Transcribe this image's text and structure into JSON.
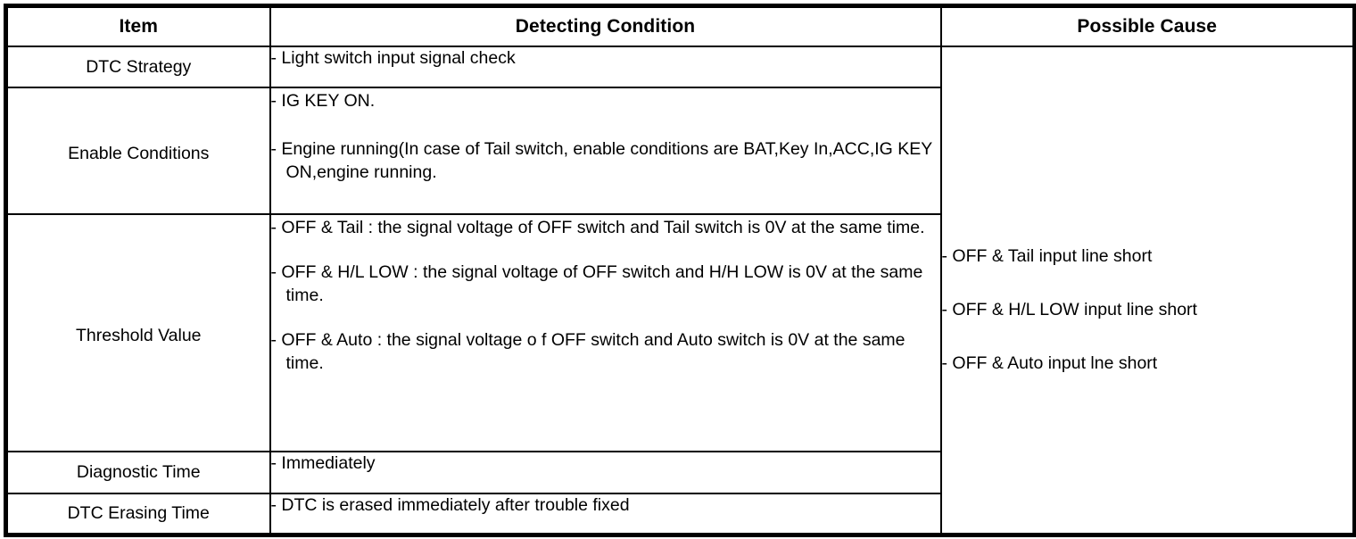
{
  "table": {
    "headers": {
      "item": "Item",
      "detecting_condition": "Detecting Condition",
      "possible_cause": "Possible Cause"
    },
    "rows": [
      {
        "item": "DTC Strategy",
        "conditions": [
          {
            "dash": "-",
            "text": "Light switch input signal check"
          }
        ]
      },
      {
        "item": "Enable Conditions",
        "conditions": [
          {
            "dash": "-",
            "text": "IG KEY ON."
          },
          {
            "dash": "-",
            "text": "Engine running(In case of Tail switch, enable conditions are BAT,Key In,ACC,IG KEY ON,engine running."
          }
        ]
      },
      {
        "item": "Threshold Value",
        "conditions": [
          {
            "dash": "-",
            "text": "OFF & Tail : the signal voltage of OFF switch and Tail switch is 0V at the same time."
          },
          {
            "dash": "-",
            "text": "OFF & H/L LOW : the signal voltage of OFF switch and H/H LOW is 0V at the same time."
          },
          {
            "dash": "-",
            "text": "OFF & Auto : the signal voltage o f OFF switch and Auto switch is 0V at the same time."
          }
        ]
      },
      {
        "item": "Diagnostic Time",
        "conditions": [
          {
            "dash": "-",
            "text": "Immediately"
          }
        ]
      },
      {
        "item": "DTC Erasing Time",
        "conditions": [
          {
            "dash": "-",
            "text": "DTC is erased immediately after trouble fixed"
          }
        ]
      }
    ],
    "possible_causes": [
      {
        "dash": "-",
        "text": "OFF & Tail input line short"
      },
      {
        "dash": "-",
        "text": "OFF & H/L LOW input line short"
      },
      {
        "dash": "-",
        "text": "OFF & Auto input lne short"
      }
    ]
  },
  "colors": {
    "border": "#000000",
    "background": "#ffffff",
    "text": "#000000"
  }
}
